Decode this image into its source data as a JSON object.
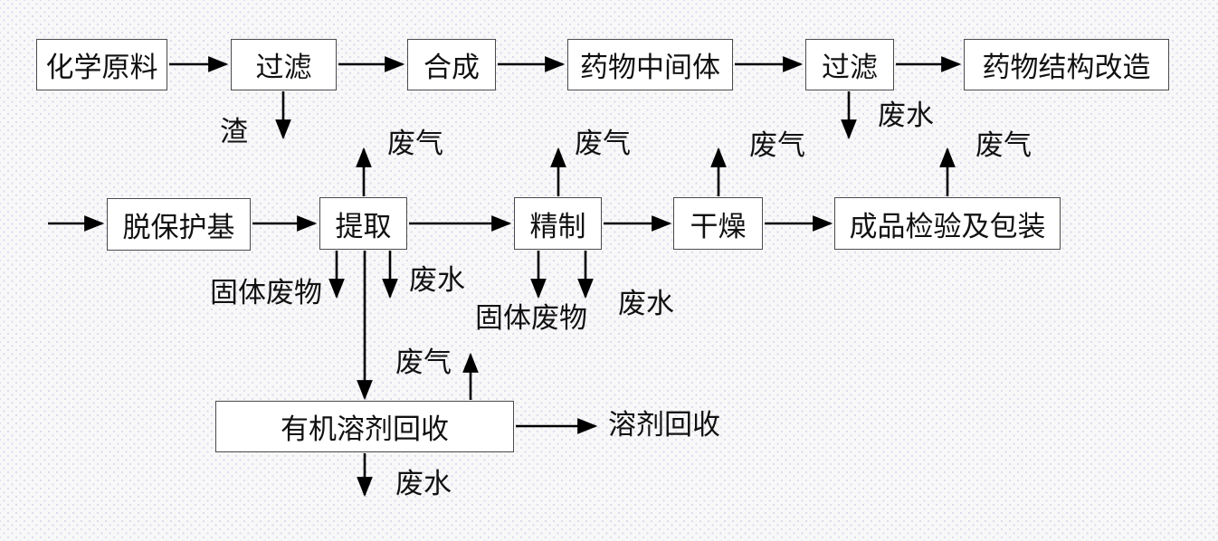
{
  "boxes": {
    "chem_raw": "化学原料",
    "filter1": "过滤",
    "synthesis": "合成",
    "intermediate": "药物中间体",
    "filter2": "过滤",
    "restructure": "药物结构改造",
    "deprotect": "脱保护基",
    "extract": "提取",
    "refine": "精制",
    "dry": "干燥",
    "inspect_pack": "成品检验及包装",
    "solvent_unit": "有机溶剂回收"
  },
  "labels": {
    "residue": "渣",
    "wastewater": "废水",
    "waste_gas": "废气",
    "solid_waste": "固体废物",
    "solvent_recovery": "溶剂回收"
  },
  "colors": {
    "line": "#000000",
    "box_border": "#4a4a4a",
    "box_fill": "#ffffff",
    "background": "#f8f8f8",
    "dot": "#d9daee",
    "text": "#111111"
  }
}
